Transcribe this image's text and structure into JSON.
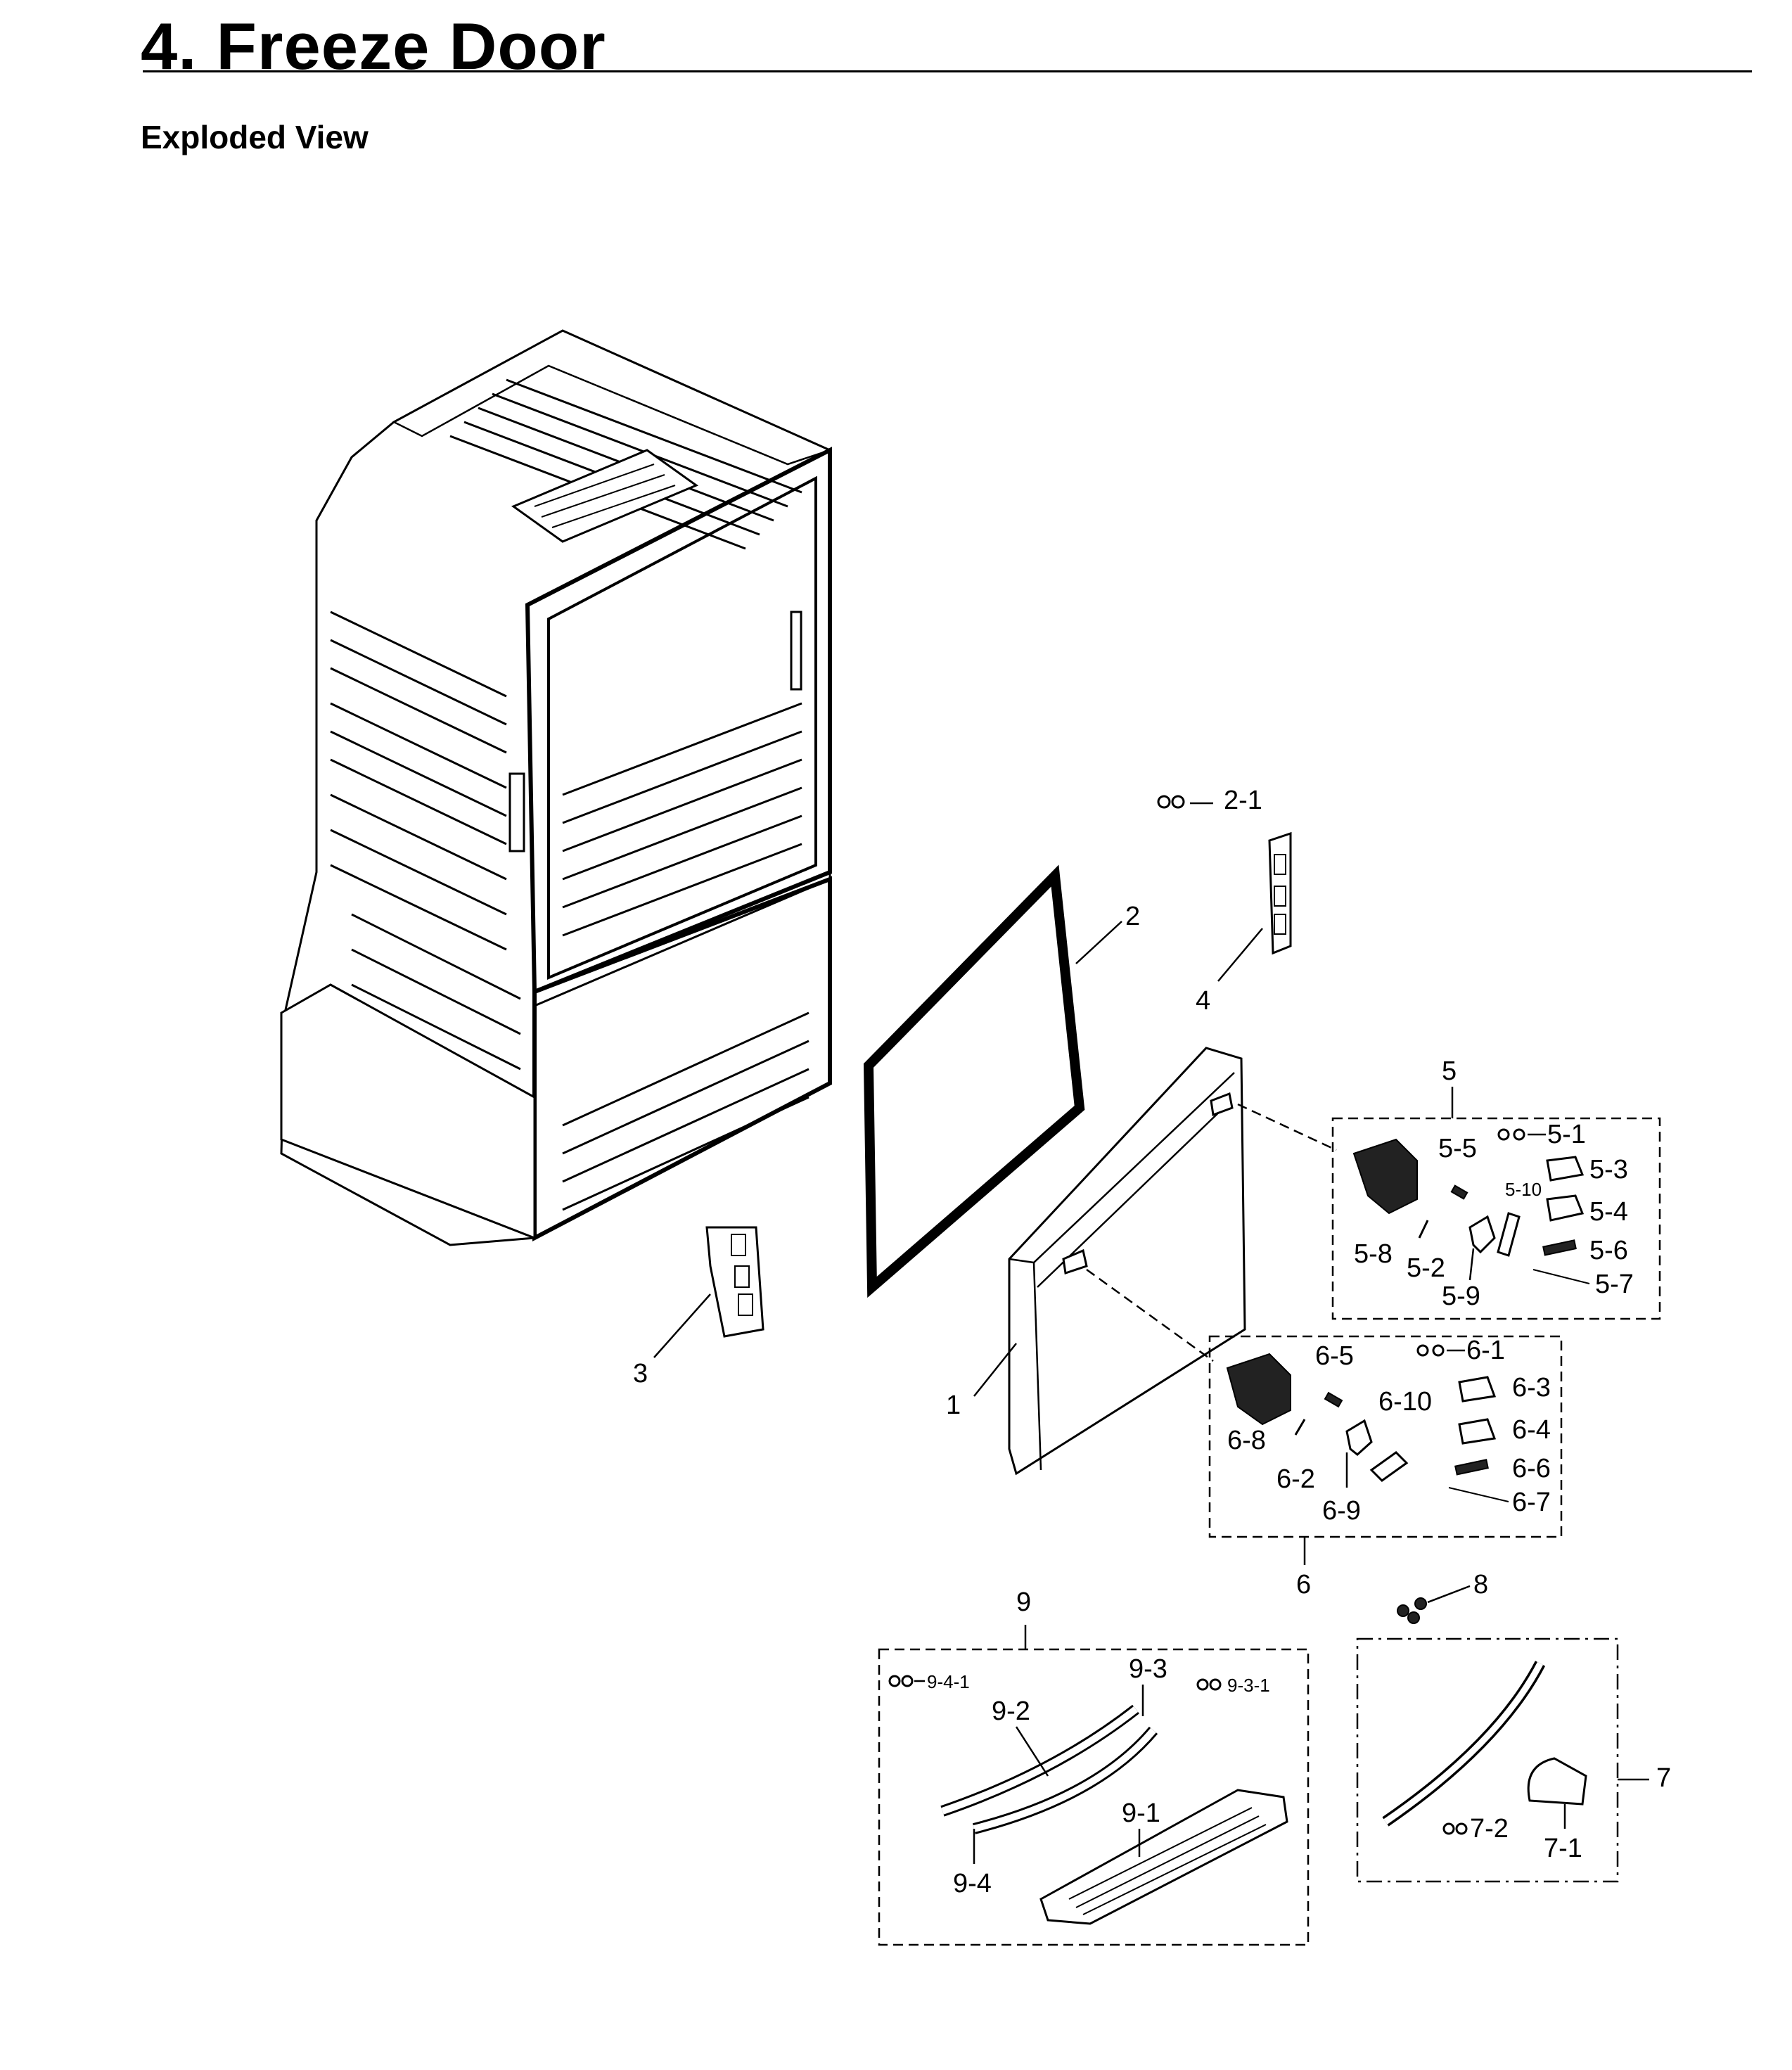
{
  "header": {
    "title": "4.  Freeze Door",
    "subtitle": "Exploded View"
  },
  "callouts": {
    "p1": "1",
    "p2": "2",
    "p2_1": "2-1",
    "p3": "3",
    "p4": "4",
    "p5": "5",
    "p5_1": "5-1",
    "p5_2": "5-2",
    "p5_3": "5-3",
    "p5_4": "5-4",
    "p5_5": "5-5",
    "p5_6": "5-6",
    "p5_7": "5-7",
    "p5_8": "5-8",
    "p5_9": "5-9",
    "p5_10": "5-10",
    "p6": "6",
    "p6_1": "6-1",
    "p6_2": "6-2",
    "p6_3": "6-3",
    "p6_4": "6-4",
    "p6_5": "6-5",
    "p6_6": "6-6",
    "p6_7": "6-7",
    "p6_8": "6-8",
    "p6_9": "6-9",
    "p6_10": "6-10",
    "p7": "7",
    "p7_1": "7-1",
    "p7_2": "7-2",
    "p8": "8",
    "p9": "9",
    "p9_1": "9-1",
    "p9_2": "9-2",
    "p9_3": "9-3",
    "p9_3_1": "9-3-1",
    "p9_4": "9-4",
    "p9_4_1": "9-4-1"
  }
}
